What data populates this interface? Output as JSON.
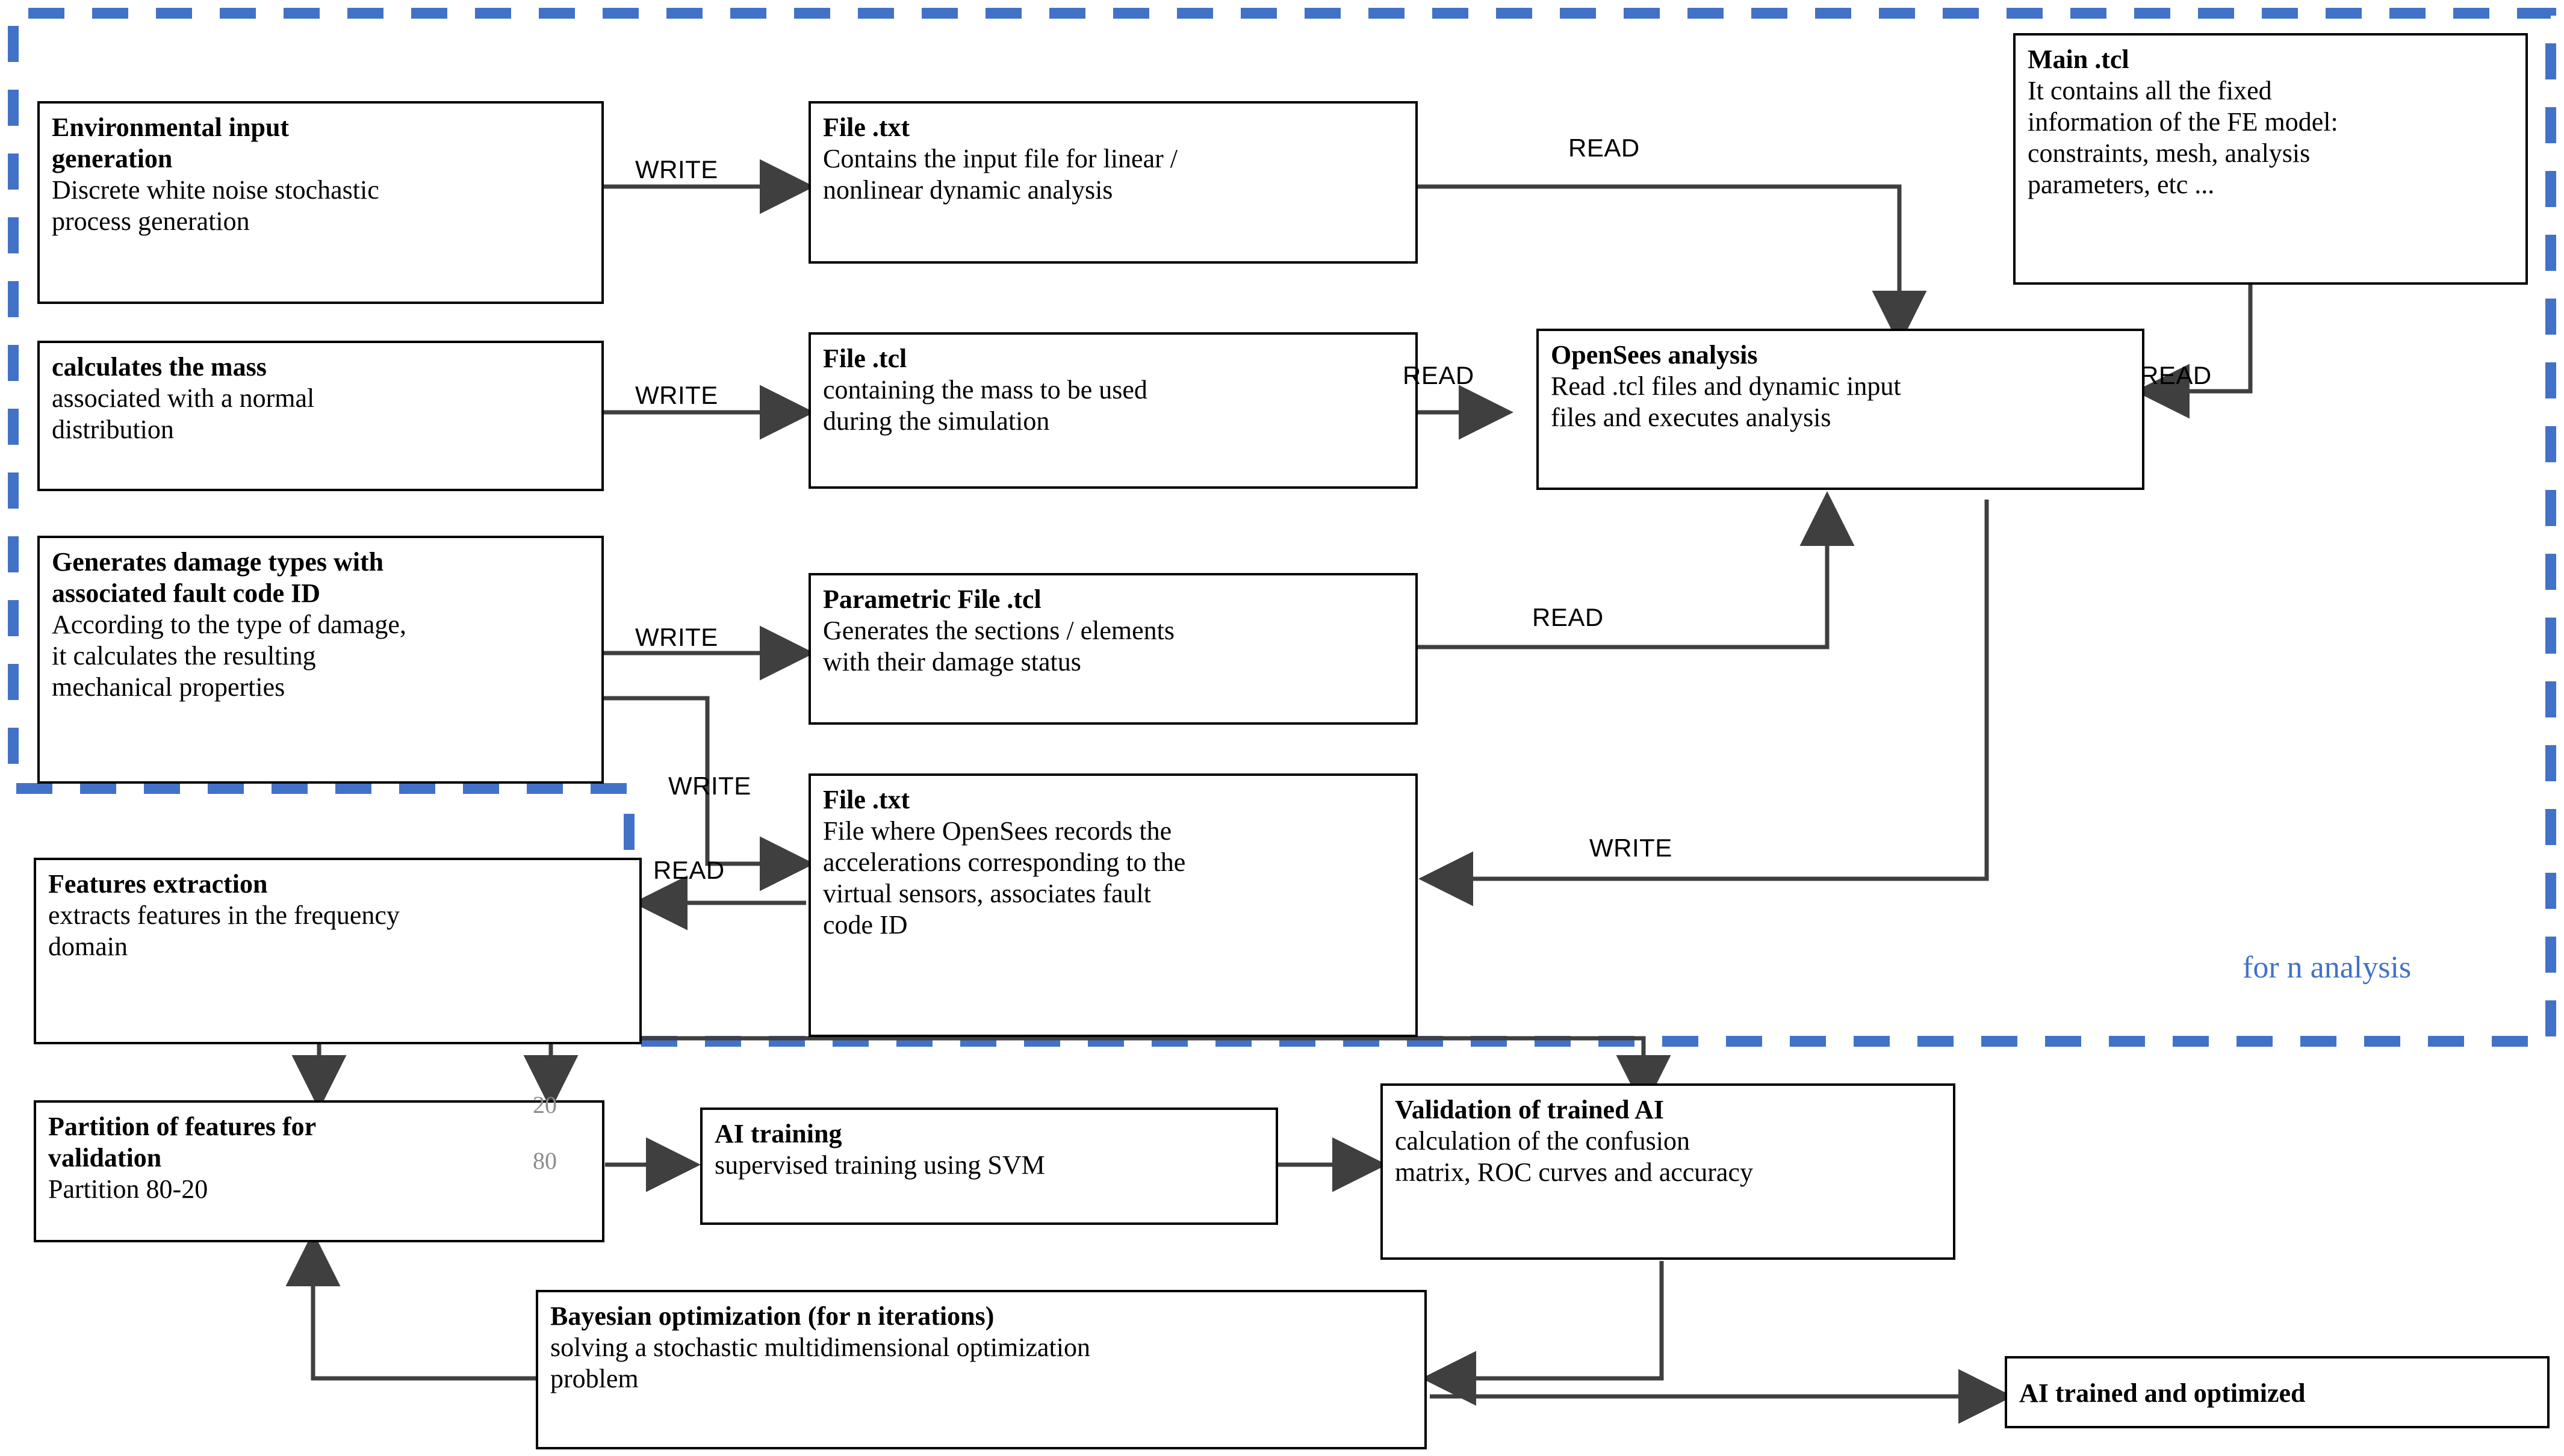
{
  "diagram": {
    "region": {
      "label": "for n analysis",
      "color": "#4272c8",
      "style": "dashed"
    },
    "nodes": [
      {
        "id": "env-input",
        "title": "Environmental input\ngeneration",
        "desc": "Discrete white noise stochastic\nprocess generation"
      },
      {
        "id": "file-txt-input",
        "title": "File .txt",
        "desc": "Contains the input file for linear /\nnonlinear dynamic analysis"
      },
      {
        "id": "main-tcl",
        "title": "Main .tcl",
        "desc": "It contains all the fixed\ninformation of the FE model:\nconstraints, mesh, analysis\nparameters, etc ..."
      },
      {
        "id": "calc-mass",
        "title": "calculates the mass",
        "desc": "associated with a normal\ndistribution"
      },
      {
        "id": "file-tcl-mass",
        "title": "File .tcl",
        "desc": "containing the mass to be used\nduring the simulation"
      },
      {
        "id": "opensees",
        "title": "OpenSees analysis",
        "desc": "Read .tcl files and dynamic input\nfiles and executes analysis"
      },
      {
        "id": "gen-damage",
        "title": "Generates damage types with\nassociated fault code ID",
        "desc": "According to the type of damage,\nit calculates the resulting\nmechanical properties"
      },
      {
        "id": "parametric-tcl",
        "title": "Parametric File .tcl",
        "desc": "Generates the sections / elements\nwith their damage status"
      },
      {
        "id": "file-txt-output",
        "title": "File .txt",
        "desc": "File where OpenSees records the\naccelerations corresponding to the\nvirtual sensors, associates fault\ncode ID"
      },
      {
        "id": "features-extraction",
        "title": "Features extraction",
        "desc": "extracts features in the frequency\ndomain"
      },
      {
        "id": "partition",
        "title": "Partition of features for\nvalidation",
        "desc": "Partition 80-20"
      },
      {
        "id": "ai-training",
        "title": "AI training",
        "desc": "supervised training using SVM"
      },
      {
        "id": "validation",
        "title": "Validation of trained AI",
        "desc": "calculation of the confusion\nmatrix, ROC curves and accuracy"
      },
      {
        "id": "bayesian",
        "title": "Bayesian optimization (for n iterations)",
        "desc": "solving a stochastic multidimensional optimization\nproblem"
      },
      {
        "id": "ai-final",
        "title": "AI trained and optimized",
        "desc": ""
      }
    ],
    "edge_labels": [
      {
        "id": "write-1",
        "text": "WRITE"
      },
      {
        "id": "read-1",
        "text": "READ"
      },
      {
        "id": "write-2",
        "text": "WRITE"
      },
      {
        "id": "read-2",
        "text": "READ"
      },
      {
        "id": "read-3",
        "text": "READ"
      },
      {
        "id": "write-3",
        "text": "WRITE"
      },
      {
        "id": "read-4",
        "text": "READ"
      },
      {
        "id": "write-4",
        "text": "WRITE"
      },
      {
        "id": "write-5",
        "text": "WRITE"
      },
      {
        "id": "read-5",
        "text": "READ"
      }
    ],
    "split_ratio": {
      "validation_pct": "20",
      "training_pct": "80"
    }
  }
}
